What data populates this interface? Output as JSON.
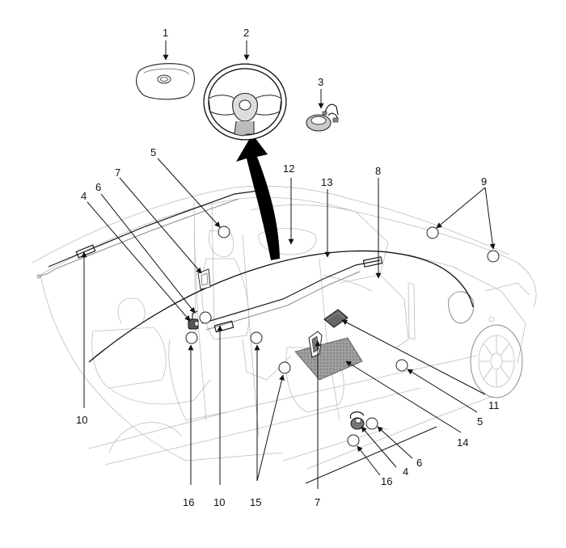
{
  "callouts": [
    {
      "id": "c1",
      "label": "1"
    },
    {
      "id": "c2",
      "label": "2"
    },
    {
      "id": "c3",
      "label": "3"
    },
    {
      "id": "c4a",
      "label": "4"
    },
    {
      "id": "c4b",
      "label": "4"
    },
    {
      "id": "c5a",
      "label": "5"
    },
    {
      "id": "c5b",
      "label": "5"
    },
    {
      "id": "c6a",
      "label": "6"
    },
    {
      "id": "c6b",
      "label": "6"
    },
    {
      "id": "c7a",
      "label": "7"
    },
    {
      "id": "c7b",
      "label": "7"
    },
    {
      "id": "c8",
      "label": "8"
    },
    {
      "id": "c9",
      "label": "9"
    },
    {
      "id": "c10a",
      "label": "10"
    },
    {
      "id": "c10b",
      "label": "10"
    },
    {
      "id": "c11",
      "label": "11"
    },
    {
      "id": "c12",
      "label": "12"
    },
    {
      "id": "c13",
      "label": "13"
    },
    {
      "id": "c14",
      "label": "14"
    },
    {
      "id": "c15",
      "label": "15"
    },
    {
      "id": "c16a",
      "label": "16"
    },
    {
      "id": "c16b",
      "label": "16"
    }
  ]
}
